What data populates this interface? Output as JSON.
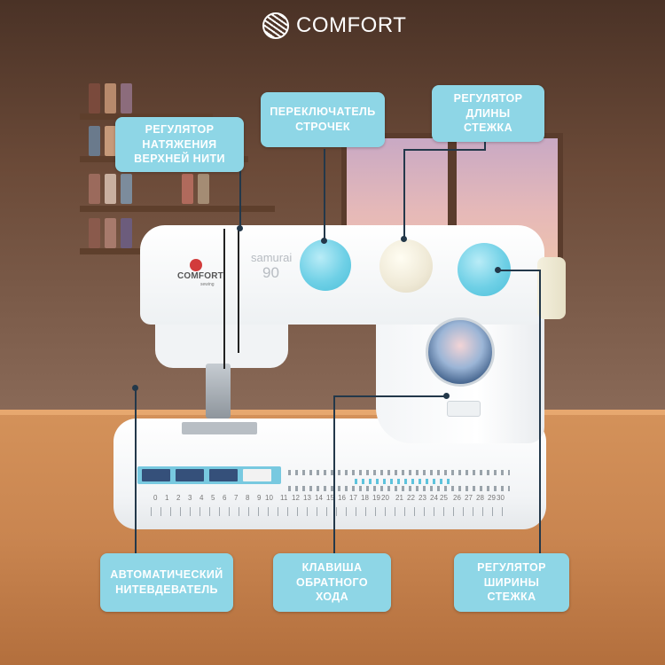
{
  "brand": {
    "logo_text": "COMFORT"
  },
  "machine": {
    "brand": "COMFORT",
    "brand_sub": "sewing",
    "model_name": "samurai",
    "model_number": "90",
    "ruler_numbers": [
      "0",
      "1",
      "2",
      "3",
      "4",
      "5",
      "6",
      "7",
      "8",
      "9",
      "10",
      "11",
      "12",
      "13",
      "14",
      "15",
      "16",
      "17",
      "18",
      "19",
      "20",
      "21",
      "22",
      "23",
      "24",
      "25",
      "26",
      "27",
      "28",
      "29",
      "30"
    ]
  },
  "callouts": {
    "tension": "РЕГУЛЯТОР\nНАТЯЖЕНИЯ\nВЕРХНЕЙ НИТИ",
    "stitch_switch": "ПЕРЕКЛЮЧАТЕЛЬ\nСТРОЧЕК",
    "stitch_length": "РЕГУЛЯТОР\nДЛИНЫ\nСТЕЖКА",
    "threader": "АВТОМАТИЧЕСКИЙ\nНИТЕВДЕВАТЕЛЬ",
    "reverse": "КЛАВИША\nОБРАТНОГО\nХОДА",
    "stitch_width": "РЕГУЛЯТОР\nШИРИНЫ\nСТЕЖКА"
  },
  "colors": {
    "callout_bg": "#8ed6e6",
    "callout_text": "#ffffff",
    "dial_blue": "#6fd0e6",
    "dial_cream": "#efe9d6",
    "brand_red": "#d23b3b",
    "leader_line": "#23384a"
  }
}
